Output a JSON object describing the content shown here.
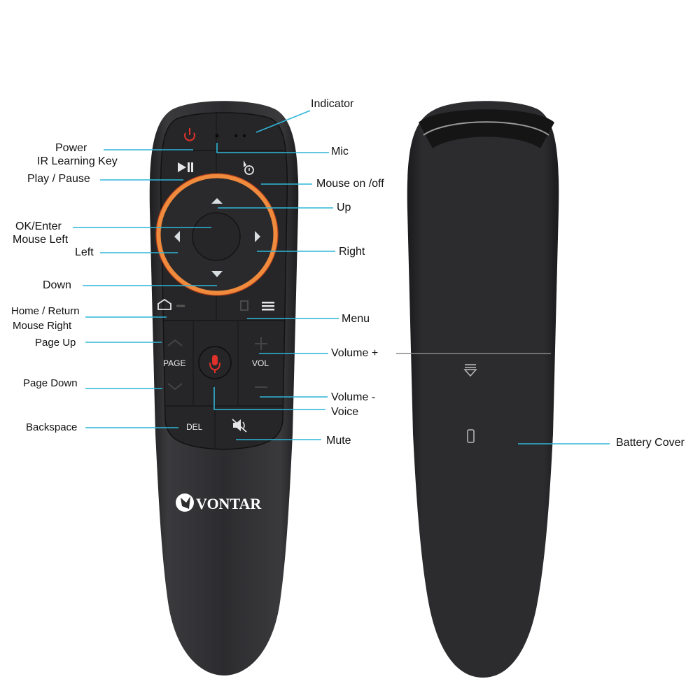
{
  "diagram": {
    "type": "remote-control-callout-diagram",
    "brand": "VONTAR",
    "colors": {
      "background": "#ffffff",
      "remote_body": "#2d2d30",
      "remote_face": "#262628",
      "callout_line": "#2fb6d8",
      "ring": "#f08a3c",
      "power_icon": "#e0312a",
      "mic_icon": "#e0312a",
      "label_text": "#111111"
    },
    "front_keys": {
      "page": "PAGE",
      "vol": "VOL",
      "del": "DEL"
    },
    "left_labels": [
      {
        "id": "power",
        "text": "Power"
      },
      {
        "id": "ir-learning",
        "text": "IR Learning Key"
      },
      {
        "id": "play-pause",
        "text": "Play / Pause"
      },
      {
        "id": "ok-enter",
        "text": "OK/Enter"
      },
      {
        "id": "mouse-left",
        "text": "Mouse Left"
      },
      {
        "id": "left",
        "text": "Left"
      },
      {
        "id": "down",
        "text": "Down"
      },
      {
        "id": "home-return",
        "text": "Home / Return"
      },
      {
        "id": "mouse-right",
        "text": "Mouse Right"
      },
      {
        "id": "page-up",
        "text": "Page Up"
      },
      {
        "id": "page-down",
        "text": "Page Down"
      },
      {
        "id": "backspace",
        "text": "Backspace"
      }
    ],
    "right_labels": [
      {
        "id": "indicator",
        "text": "Indicator"
      },
      {
        "id": "mic",
        "text": "Mic"
      },
      {
        "id": "mouse-on-off",
        "text": "Mouse on /off"
      },
      {
        "id": "up",
        "text": "Up"
      },
      {
        "id": "right",
        "text": "Right"
      },
      {
        "id": "menu",
        "text": "Menu"
      },
      {
        "id": "volume-plus",
        "text": "Volume +"
      },
      {
        "id": "volume-minus",
        "text": "Volume -"
      },
      {
        "id": "voice",
        "text": "Voice"
      },
      {
        "id": "mute",
        "text": "Mute"
      }
    ],
    "back_labels": [
      {
        "id": "battery-cover",
        "text": "Battery Cover"
      }
    ]
  }
}
